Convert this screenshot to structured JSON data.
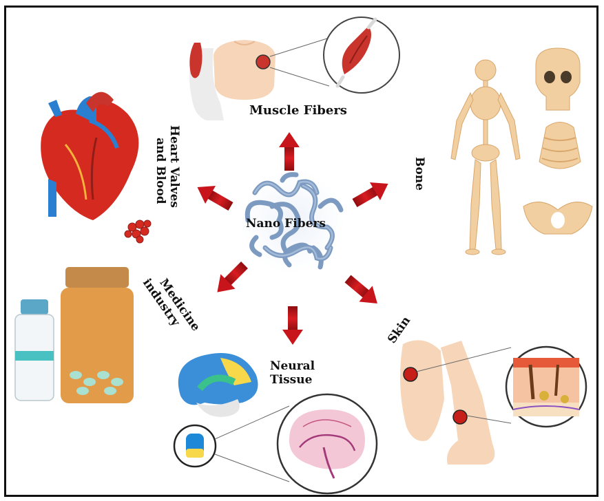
{
  "center_label": "Nano Fibers",
  "labels": {
    "muscle": "Muscle Fibers",
    "heart_line1": "Heart Valves",
    "heart_line2": "and Blood",
    "bone": "Bone",
    "medicine_line1": "Medicine",
    "medicine_line2": "industry",
    "neural_line1": "Neural",
    "neural_line2": "Tissue",
    "skin": "Skin"
  },
  "colors": {
    "arrow": "#c8151b",
    "fiber": "#7d9bc0",
    "bone": "#f2cfa0",
    "skin": "#f6d5b8",
    "heart_red": "#d42a20",
    "heart_blue": "#2a7fd0",
    "jar": "#e0923a",
    "frame": "#111111"
  }
}
